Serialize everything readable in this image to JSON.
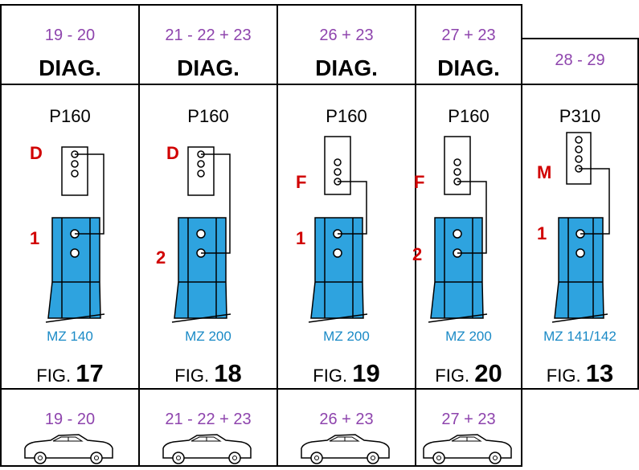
{
  "colors": {
    "accent_red": "#d10000",
    "purple": "#8e44ad",
    "blue_fill": "#2ea3df",
    "mz_blue": "#1a8ac6"
  },
  "columns": [
    {
      "ref": "19 - 20",
      "diag": "DIAG.",
      "part": "P160",
      "top_letter": "D",
      "bottom_letter": "1",
      "mz": "MZ 140",
      "fig_label": "FIG.",
      "fig_num": "17",
      "bottom_ref": "19 - 20"
    },
    {
      "ref": "21 - 22 + 23",
      "diag": "DIAG.",
      "part": "P160",
      "top_letter": "D",
      "bottom_letter": "2",
      "mz": "MZ 200",
      "fig_label": "FIG.",
      "fig_num": "18",
      "bottom_ref": "21 - 22 + 23"
    },
    {
      "ref": "26 + 23",
      "diag": "DIAG.",
      "part": "P160",
      "top_letter": "F",
      "bottom_letter": "1",
      "mz": "MZ 200",
      "fig_label": "FIG.",
      "fig_num": "19",
      "bottom_ref": "26 + 23"
    },
    {
      "ref": "27 + 23",
      "diag": "DIAG.",
      "part": "P160",
      "top_letter": "F",
      "bottom_letter": "2",
      "mz": "MZ 200",
      "fig_label": "FIG.",
      "fig_num": "20",
      "bottom_ref": "27 + 23"
    },
    {
      "ref": "28 - 29",
      "diag": "",
      "part": "P310",
      "top_letter": "M",
      "bottom_letter": "1",
      "mz": "MZ 141/142",
      "fig_label": "FIG.",
      "fig_num": "13",
      "bottom_ref": ""
    }
  ]
}
